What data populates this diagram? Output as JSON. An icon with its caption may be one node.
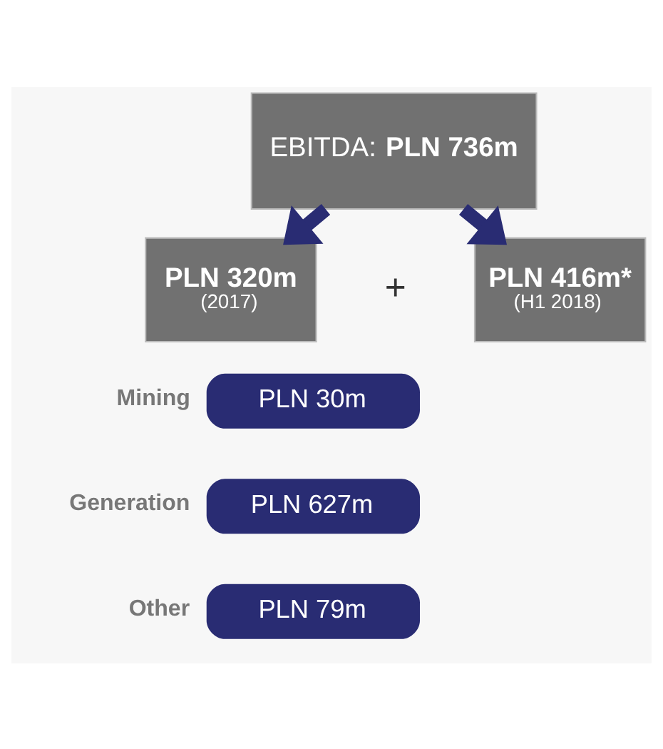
{
  "diagram": {
    "nodes": [
      {
        "text": [
          "EBITDA: **PLN 736m**"
        ]
      },
      {
        "text": [
          "PLN 320m",
          "(2017)"
        ]
      },
      {
        "text": [
          "PLN 416m*",
          "(H1 2018)"
        ]
      },
      {
        "text": [
          "PLN 30m"
        ],
        "beside": [
          "Mining"
        ]
      },
      {
        "text": [
          "PLN 627m"
        ],
        "beside": [
          "Generation"
        ]
      },
      {
        "text": [
          "PLN 79m"
        ],
        "beside": [
          "Other"
        ]
      }
    ],
    "edges": [
      {
        "from": 0,
        "to": 1,
        "arrow": "to"
      },
      {
        "from": 0,
        "to": 2,
        "arrow": "to"
      }
    ],
    "labels": [
      "+"
    ]
  }
}
